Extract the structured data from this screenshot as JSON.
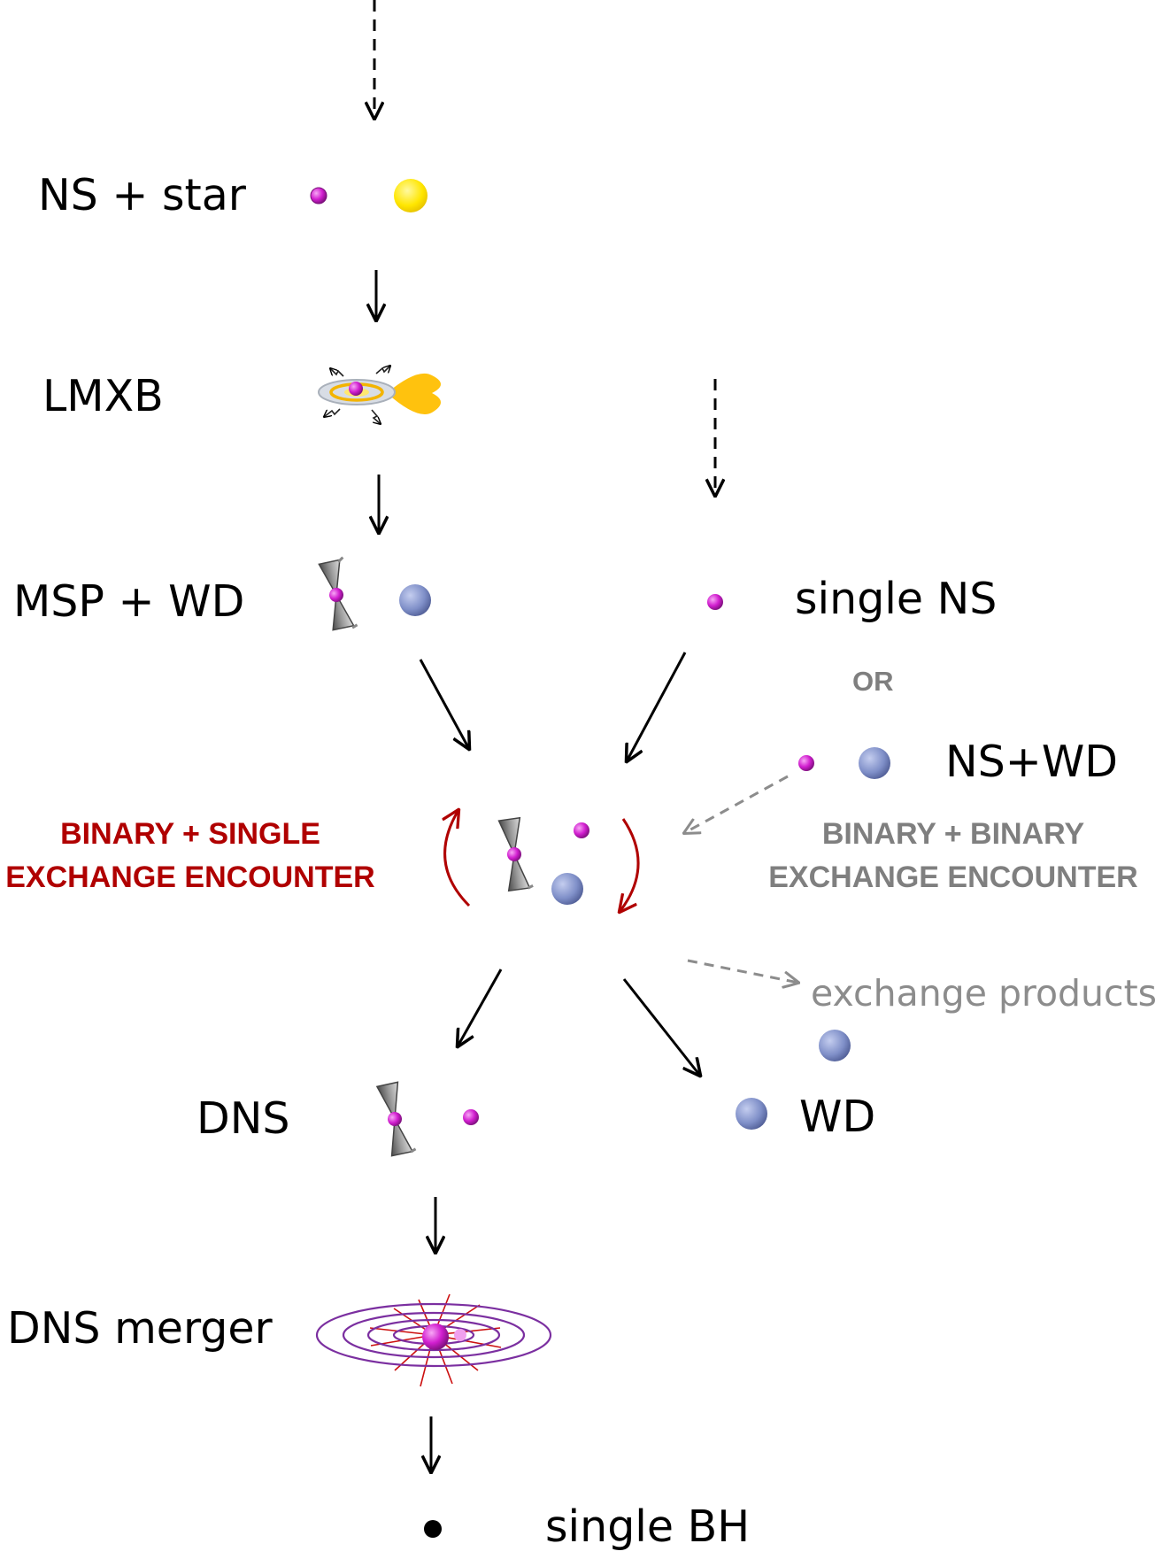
{
  "labels": {
    "ns_star": "NS + star",
    "lmxb": "LMXB",
    "msp_wd": "MSP + WD",
    "single_ns": "single NS",
    "or": "OR",
    "ns_wd": "NS+WD",
    "binary_single_line1": "BINARY + SINGLE",
    "binary_single_line2": "EXCHANGE ENCOUNTER",
    "binary_binary_line1": "BINARY + BINARY",
    "binary_binary_line2": "EXCHANGE ENCOUNTER",
    "exchange_products": "exchange products",
    "dns": "DNS",
    "wd": "WD",
    "dns_merger": "DNS merger",
    "single_bh": "single BH"
  },
  "colors": {
    "neutron_star": "#d21fd0",
    "white_dwarf": "#7f8fc8",
    "star": "#ffe600",
    "lmxb_donor": "#ffc20e",
    "black_hole": "#000000",
    "encounter_red": "#b00000",
    "secondary_gray": "#8c8c8c",
    "merger_rings": "#7b2fa0",
    "merger_rays": "#cc1010"
  },
  "icons": [
    "neutron-star-icon",
    "star-icon",
    "white-dwarf-icon",
    "pulsar-beam-icon",
    "accretion-disk-icon",
    "gravitational-wave-icon",
    "black-hole-icon"
  ]
}
